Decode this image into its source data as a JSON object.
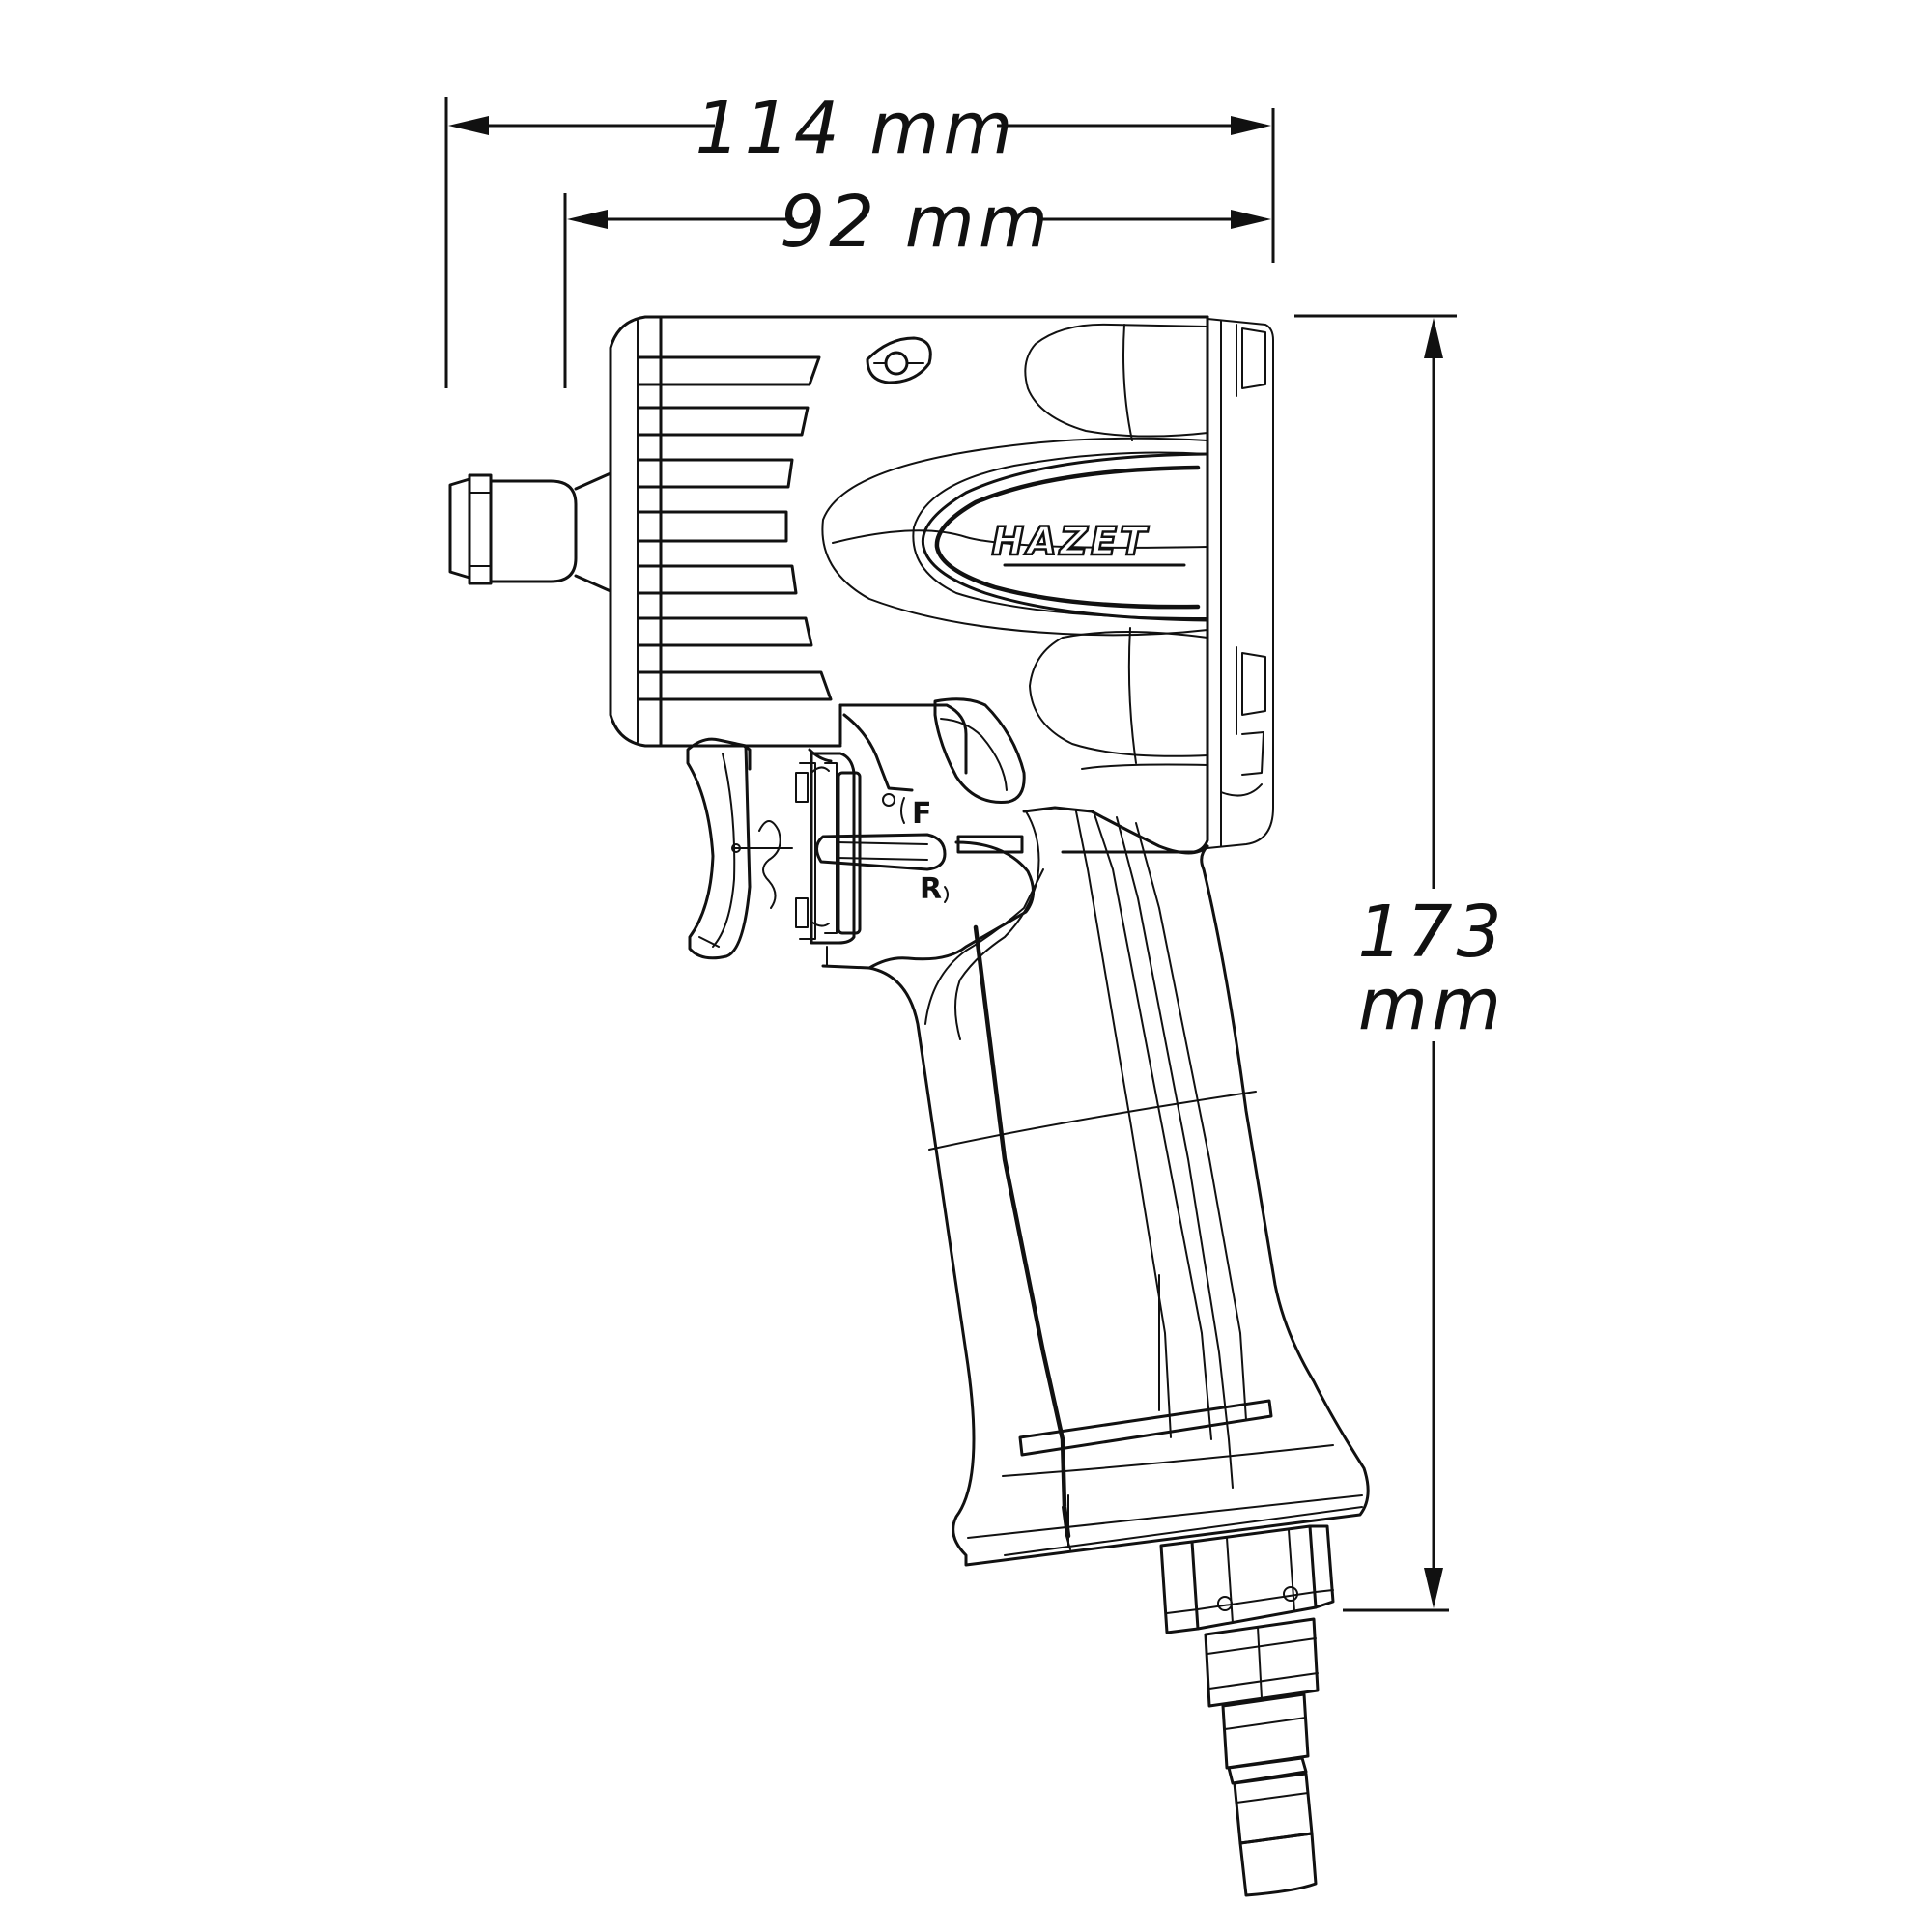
{
  "dimensions": {
    "overall_length": "114 mm",
    "body_length": "92 mm",
    "height_value": "173",
    "height_unit": "mm"
  },
  "brand": {
    "logo_text": "HAZET"
  },
  "direction_marks": {
    "forward": "F",
    "reverse": "R"
  }
}
